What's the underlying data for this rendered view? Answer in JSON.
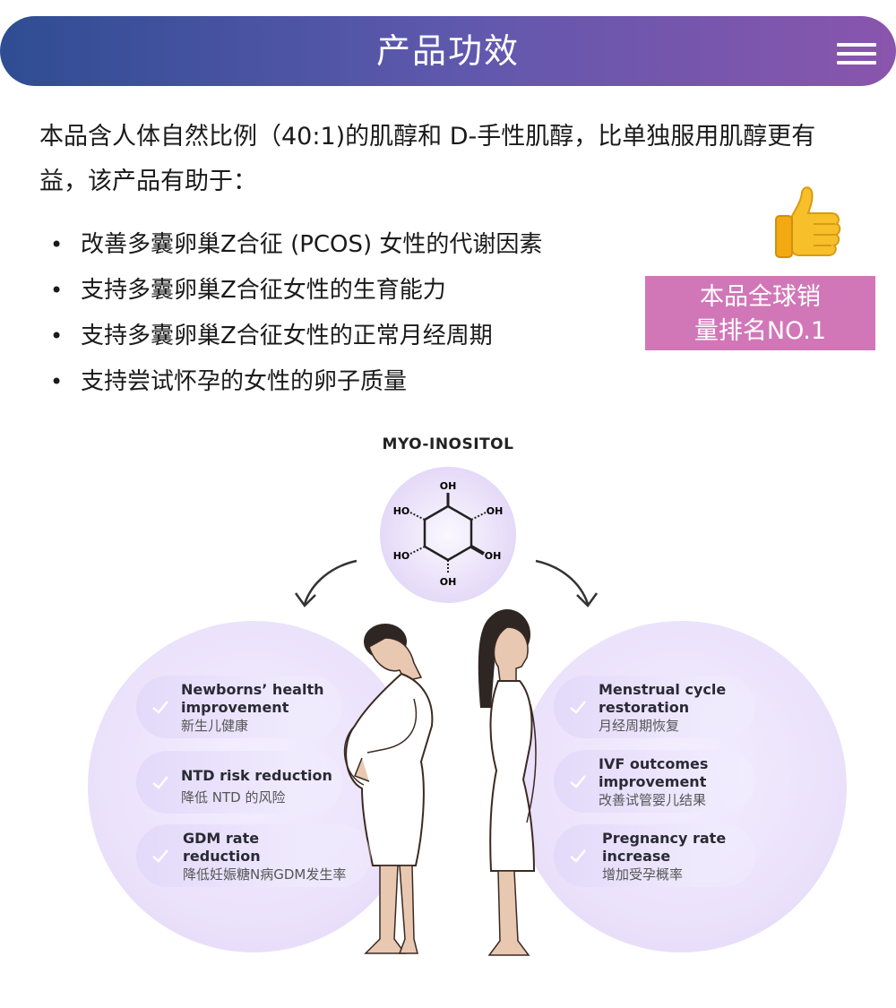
{
  "header": {
    "title": "产品功效",
    "menu_icon": "hamburger-menu-icon"
  },
  "intro": "本品含人体自然比例（40:1)的肌醇和 D-手性肌醇，比单独服用肌醇更有益，该产品有助于：",
  "bullets": [
    "改善多囊卵巢Z合征 (PCOS) 女性的代谢因素",
    "支持多囊卵巢Z合征女性的生育能力",
    "支持多囊卵巢Z合征女性的正常月经周期",
    "支持尝试怀孕的女性的卵子质量"
  ],
  "badge": {
    "line1": "本品全球销",
    "line2": "量排名NO.1",
    "color": "#d177b8"
  },
  "thumb_icon": "thumbs-up-icon",
  "infographic": {
    "title": "MYO-INOSITOL",
    "oh_labels": [
      "OH",
      "HO",
      "OH",
      "HO",
      "OH",
      "OH"
    ],
    "left": [
      {
        "en1": "Newborns’ health",
        "en2": "improvement",
        "zh": "新生儿健康"
      },
      {
        "en1": "NTD risk reduction",
        "en2": "",
        "zh": "降低 NTD 的风险"
      },
      {
        "en1": "GDM rate",
        "en2": "reduction",
        "zh": "降低妊娠糖N病GDM发生率"
      }
    ],
    "right": [
      {
        "en1": "Menstrual cycle",
        "en2": "restoration",
        "zh": "月经周期恢复"
      },
      {
        "en1": "IVF outcomes",
        "en2": "improvement",
        "zh": "改善试管婴儿结果"
      },
      {
        "en1": "Pregnancy rate",
        "en2": "increase",
        "zh": "增加受孕概率"
      }
    ]
  }
}
